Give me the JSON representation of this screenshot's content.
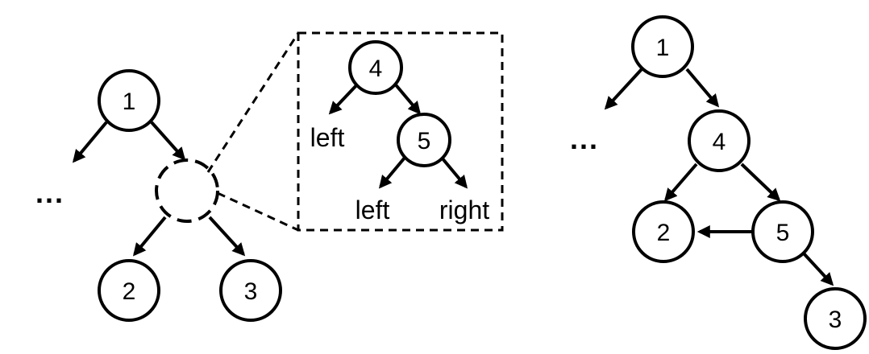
{
  "left_tree": {
    "root": "1",
    "ellipsis": "...",
    "child_a": "2",
    "child_b": "3"
  },
  "zoom_box": {
    "top": "4",
    "top_left_label": "left",
    "middle": "5",
    "middle_left_label": "left",
    "middle_right_label": "right"
  },
  "right_tree": {
    "root": "1",
    "ellipsis": "...",
    "n4": "4",
    "n2": "2",
    "n5": "5",
    "n3": "3"
  }
}
